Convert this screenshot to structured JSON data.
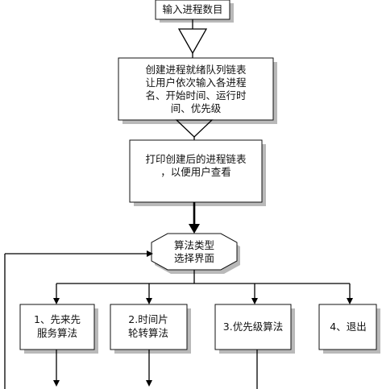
{
  "diagram": {
    "input_count": "输入进程数目",
    "create_queue": [
      "创建进程就绪队列链表",
      "让用户依次输入各进程",
      "名、开始时间、运行时",
      "间、优先级"
    ],
    "print_list": [
      "打印创建后的进程链表",
      "，以便用户查看"
    ],
    "algorithm_menu": [
      "算法类型",
      "选择界面"
    ],
    "fcfs": [
      "1、先来先",
      "服务算法"
    ],
    "round_robin": [
      "2.时间片",
      "轮转算法"
    ],
    "priority": "3.优先级算法",
    "exit": "4、退出"
  }
}
